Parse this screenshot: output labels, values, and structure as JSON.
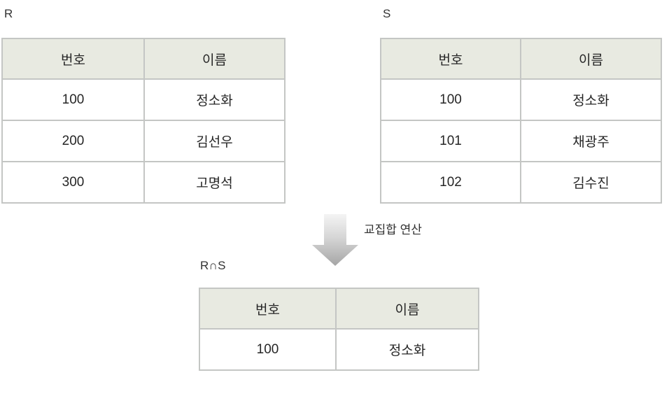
{
  "colors": {
    "header_fill": "#e8eae1",
    "border": "#c4c6c4",
    "text": "#262626",
    "arrow_top": "#f2f2f2",
    "arrow_bottom": "#a8a8a8"
  },
  "relations": {
    "r": {
      "label": "R",
      "columns": [
        "번호",
        "이름"
      ],
      "rows": [
        [
          "100",
          "정소화"
        ],
        [
          "200",
          "김선우"
        ],
        [
          "300",
          "고명석"
        ]
      ]
    },
    "s": {
      "label": "S",
      "columns": [
        "번호",
        "이름"
      ],
      "rows": [
        [
          "100",
          "정소화"
        ],
        [
          "101",
          "채광주"
        ],
        [
          "102",
          "김수진"
        ]
      ]
    },
    "result": {
      "label": "R∩S",
      "columns": [
        "번호",
        "이름"
      ],
      "rows": [
        [
          "100",
          "정소화"
        ]
      ]
    }
  },
  "operation": {
    "label": "교집합 연산",
    "arrow_icon": "down-arrow-icon"
  }
}
